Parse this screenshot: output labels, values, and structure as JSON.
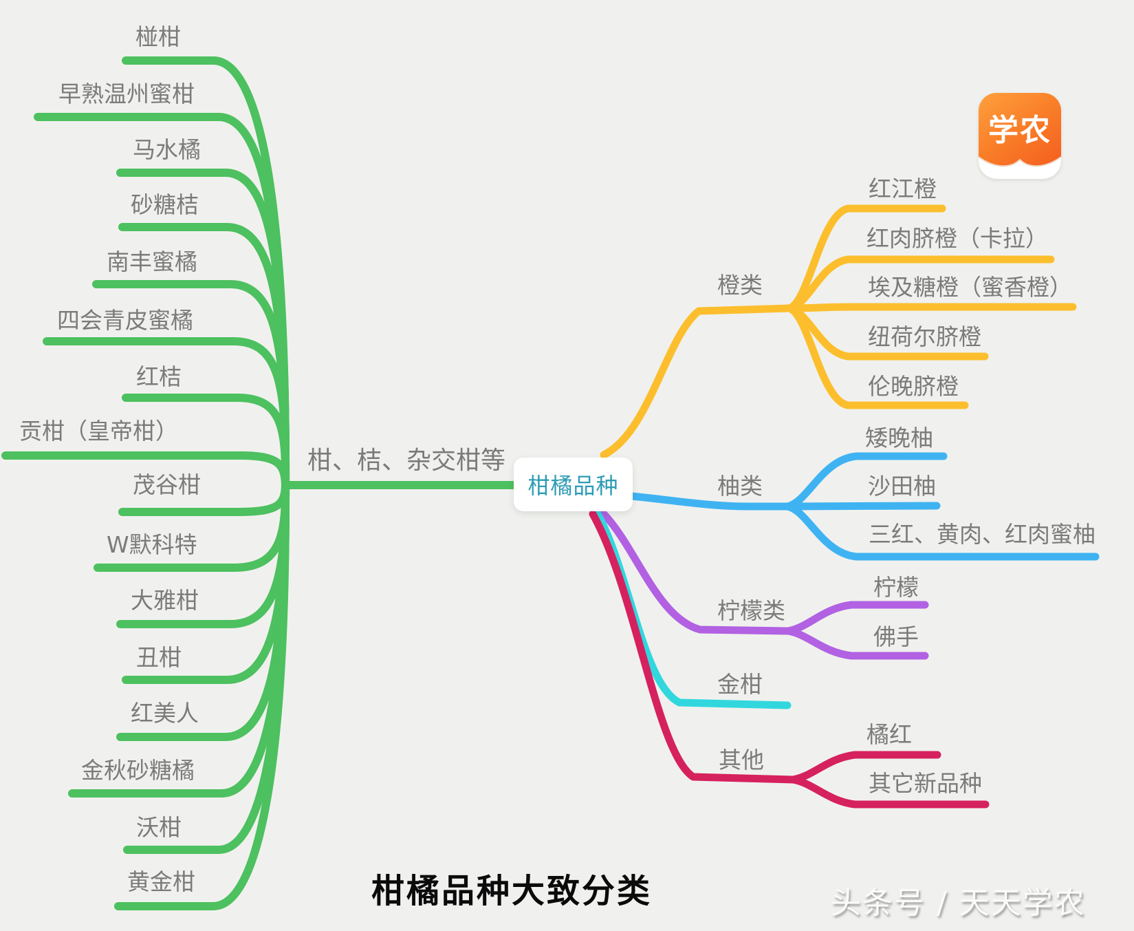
{
  "colors": {
    "background": "#F0F1EE",
    "green": "#4DC05F",
    "yellow": "#FCBE2D",
    "blue": "#3FB3F2",
    "purple": "#B161E2",
    "cyan": "#32D7DE",
    "red": "#D6215F",
    "label_gray": "#7B7B7B",
    "node_text_teal": "#2D9CB4",
    "title_black": "#0B0B0B",
    "logo_orange": "#F4581D"
  },
  "center": {
    "label": "柑橘品种"
  },
  "branches": {
    "ganju": {
      "label": "柑、桔、杂交柑等",
      "leaves": [
        "椪柑",
        "早熟温州蜜柑",
        "马水橘",
        "砂糖桔",
        "南丰蜜橘",
        "四会青皮蜜橘",
        "红桔",
        "贡柑（皇帝柑）",
        "茂谷柑",
        "W默科特",
        "大雅柑",
        "丑柑",
        "红美人",
        "金秋砂糖橘",
        "沃柑",
        "黄金柑"
      ]
    },
    "cheng": {
      "label": "橙类",
      "leaves": [
        "红江橙",
        "红肉脐橙（卡拉）",
        "埃及糖橙（蜜香橙）",
        "纽荷尔脐橙",
        "伦晚脐橙"
      ]
    },
    "you": {
      "label": "柚类",
      "leaves": [
        "矮晚柚",
        "沙田柚",
        "三红、黄肉、红肉蜜柚"
      ]
    },
    "ningmeng": {
      "label": "柠檬类",
      "leaves": [
        "柠檬",
        "佛手"
      ]
    },
    "jingan": {
      "label": "金柑",
      "leaves": []
    },
    "qita": {
      "label": "其他",
      "leaves": [
        "橘红",
        "其它新品种"
      ]
    }
  },
  "logo": {
    "text": "学农"
  },
  "title": "柑橘品种大致分类",
  "watermark": "头条号 / 天天学农"
}
